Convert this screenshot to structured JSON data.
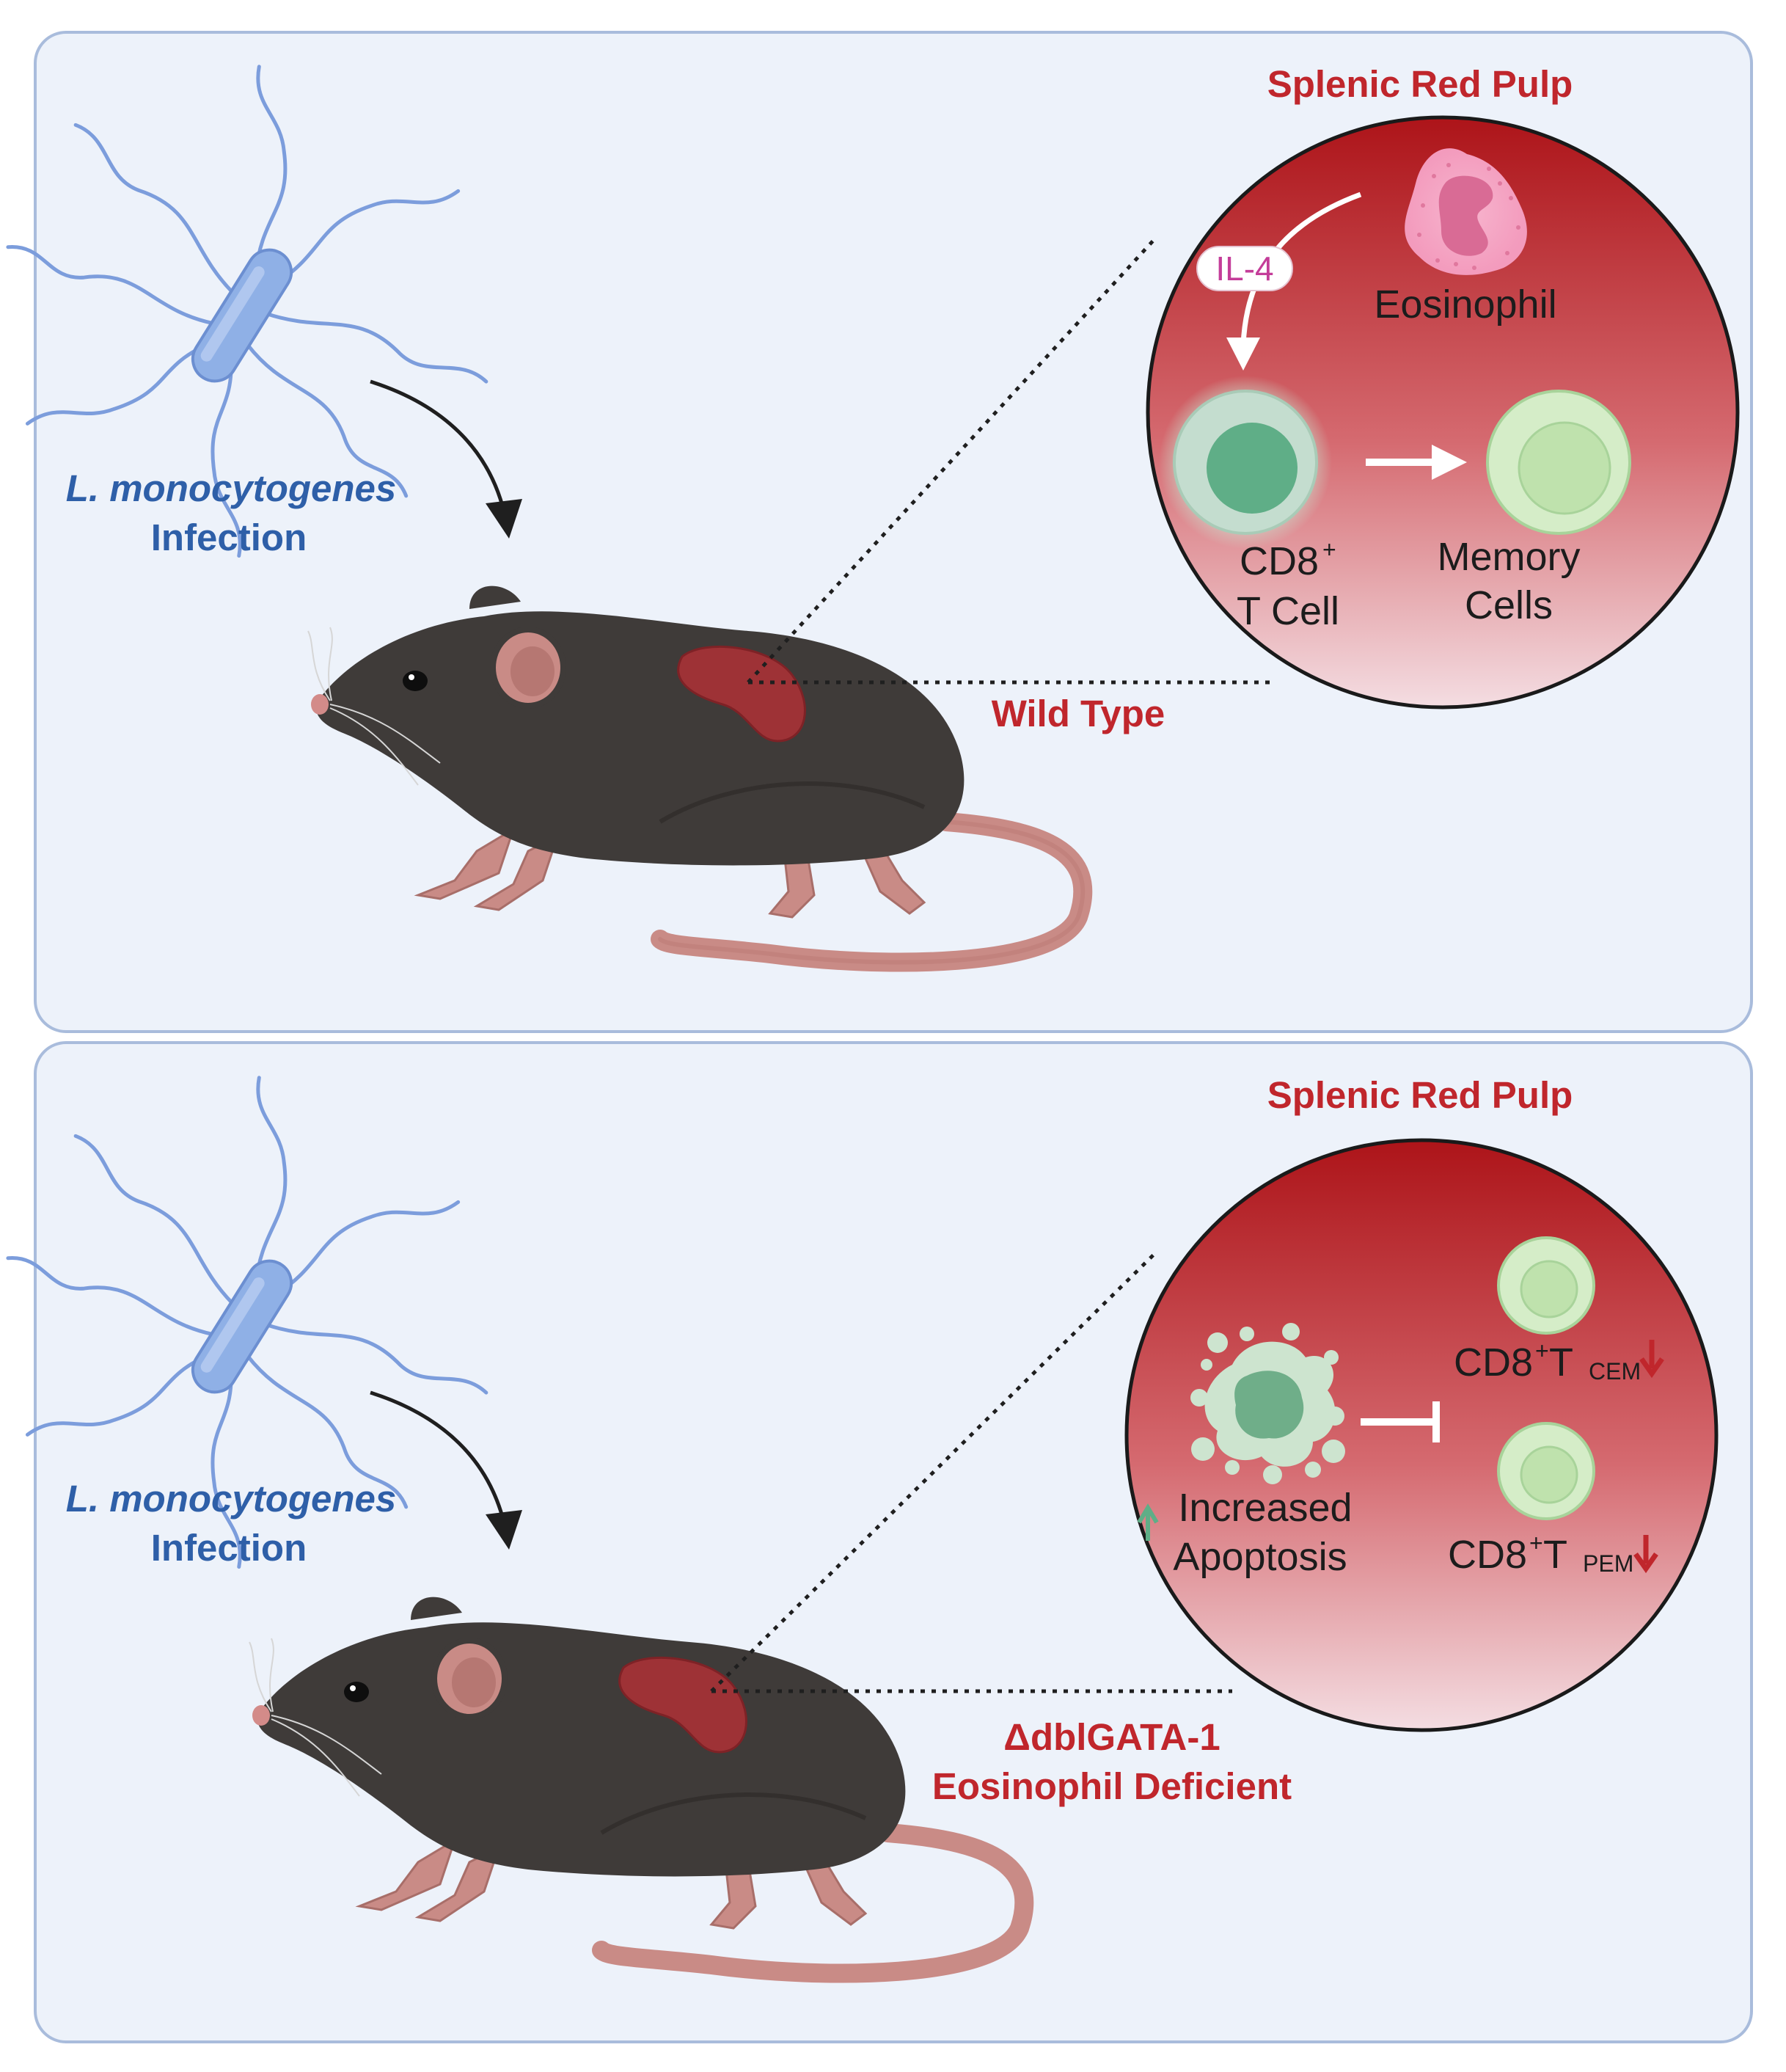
{
  "colors": {
    "panel_bg": "#edf2fa",
    "panel_border": "#a9bcdc",
    "accent_red": "#c0262c",
    "accent_blue": "#2e5fa8",
    "spleen": "#9e3236",
    "mouse_body": "#3f3b39",
    "bacteria": "#8fb0e6",
    "t_cell": "#7fbf97"
  },
  "panels": [
    {
      "bacteria_label_line1": "L. monocytogenes",
      "bacteria_label_line2": "Infection",
      "mouse_label": "Wild Type",
      "zoom_title": "Splenic Red Pulp",
      "il4": "IL-4",
      "eosinophil": "Eosinophil",
      "cd8_line1": "CD8",
      "cd8_sup": "+",
      "cd8_line2": "T Cell",
      "memory_line1": "Memory",
      "memory_line2": "Cells"
    },
    {
      "bacteria_label_line1": "L. monocytogenes",
      "bacteria_label_line2": "Infection",
      "mouse_label_line1": "ΔdblGATA-1",
      "mouse_label_line2": "Eosinophil Deficient",
      "zoom_title": "Splenic Red Pulp",
      "apoptosis_line1": "Increased",
      "apoptosis_line2": "Apoptosis",
      "tcem_prefix": "CD8",
      "tcem_sup": "+",
      "tcem_T": " T",
      "tcem_sub": "CEM",
      "tpem_prefix": "CD8",
      "tpem_sup": "+",
      "tpem_T": " T",
      "tpem_sub": "PEM"
    }
  ]
}
